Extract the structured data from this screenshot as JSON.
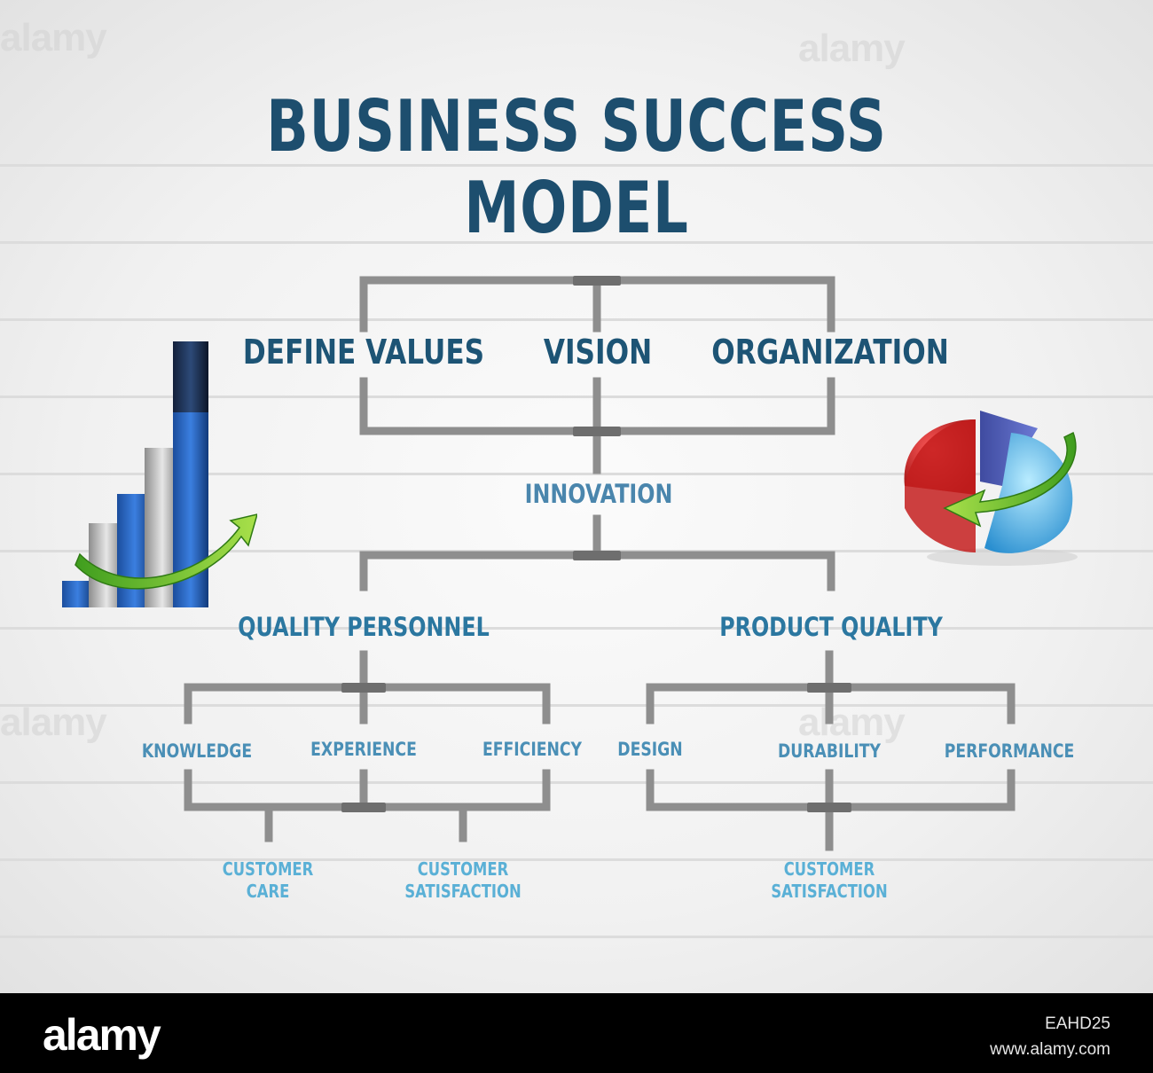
{
  "title": {
    "line1": "BUSINESS SUCCESS",
    "line2": "MODEL"
  },
  "nodes": {
    "define_values": "DEFINE VALUES",
    "vision": "VISION",
    "organization": "ORGANIZATION",
    "innovation": "INNOVATION",
    "quality_personnel": "QUALITY PERSONNEL",
    "product_quality": "PRODUCT QUALITY",
    "knowledge": "KNOWLEDGE",
    "experience": "EXPERIENCE",
    "efficiency": "EFFICIENCY",
    "design": "DESIGN",
    "durability": "DURABILITY",
    "performance": "PERFORMANCE",
    "customer_care": [
      "CUSTOMER",
      "CARE"
    ],
    "customer_satisfaction_left": [
      "CUSTOMER",
      "SATISFACTION"
    ],
    "customer_satisfaction_right": [
      "CUSTOMER",
      "SATISFACTION"
    ]
  },
  "watermark": "alamy",
  "footer": {
    "logo": "alamy",
    "image_id": "EAHD25",
    "site": "www.alamy.com"
  },
  "colors": {
    "title": "#1d4e6e",
    "top_labels": "#1d5475",
    "connectors": "#8e8e8e",
    "footer": "#000000"
  },
  "icons": [
    "bar-chart-growth-icon",
    "pie-chart-cycle-icon"
  ]
}
